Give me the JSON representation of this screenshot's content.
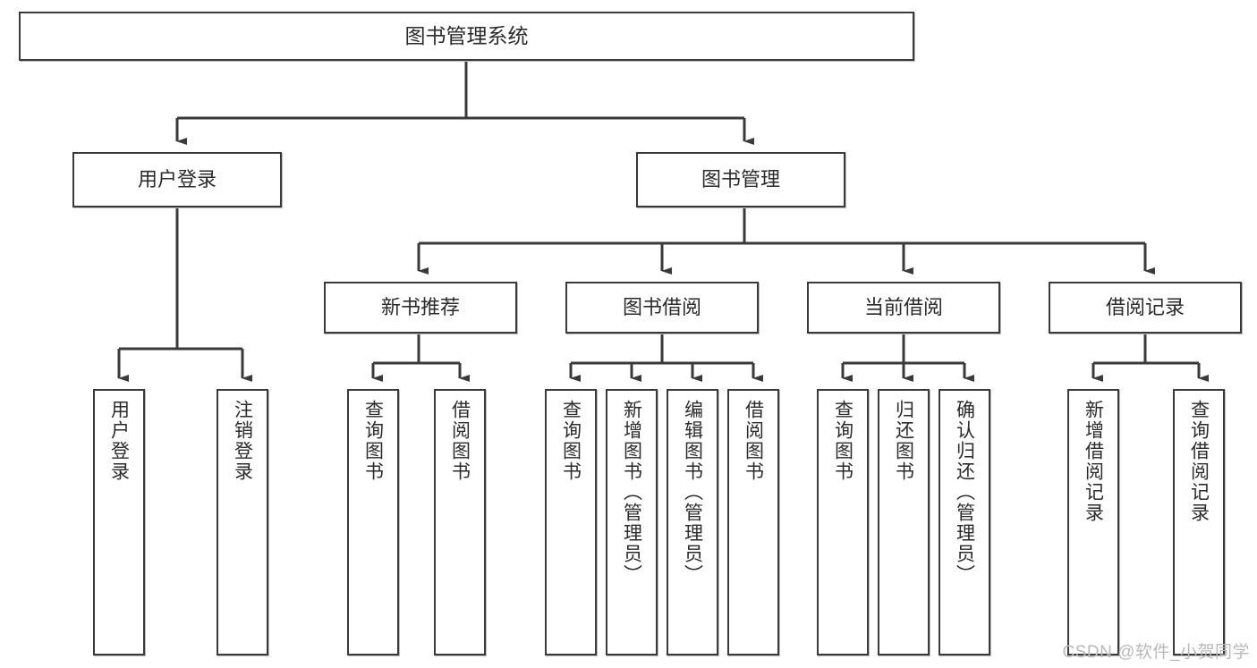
{
  "diagram": {
    "type": "tree-hierarchy",
    "title": "图书管理系统",
    "watermark": "CSDN @软件_小贺同学",
    "colors": {
      "background": "#ffffff",
      "box_border": "#3a3a3a",
      "box_fill": "#ffffff",
      "edge": "#3a3a3a",
      "text": "#2b2b2b",
      "watermark": "#b9b9b9"
    },
    "levels": {
      "root": {
        "label": "图书管理系统"
      },
      "level2": [
        {
          "label": "用户登录"
        },
        {
          "label": "图书管理"
        }
      ],
      "level3": [
        {
          "label": "新书推荐"
        },
        {
          "label": "图书借阅"
        },
        {
          "label": "当前借阅"
        },
        {
          "label": "借阅记录"
        }
      ],
      "leaves_user_login": [
        {
          "label": "用户登录"
        },
        {
          "label": "注销登录"
        }
      ],
      "leaves_new_book": [
        {
          "label": "查询图书"
        },
        {
          "label": "借阅图书"
        }
      ],
      "leaves_borrow": [
        {
          "label": "查询图书"
        },
        {
          "label": "新增图书（管理员）"
        },
        {
          "label": "编辑图书（管理员）"
        },
        {
          "label": "借阅图书"
        }
      ],
      "leaves_current": [
        {
          "label": "查询图书"
        },
        {
          "label": "归还图书"
        },
        {
          "label": "确认归还（管理员）"
        }
      ],
      "leaves_records": [
        {
          "label": "新增借阅记录"
        },
        {
          "label": "查询借阅记录"
        }
      ]
    }
  }
}
